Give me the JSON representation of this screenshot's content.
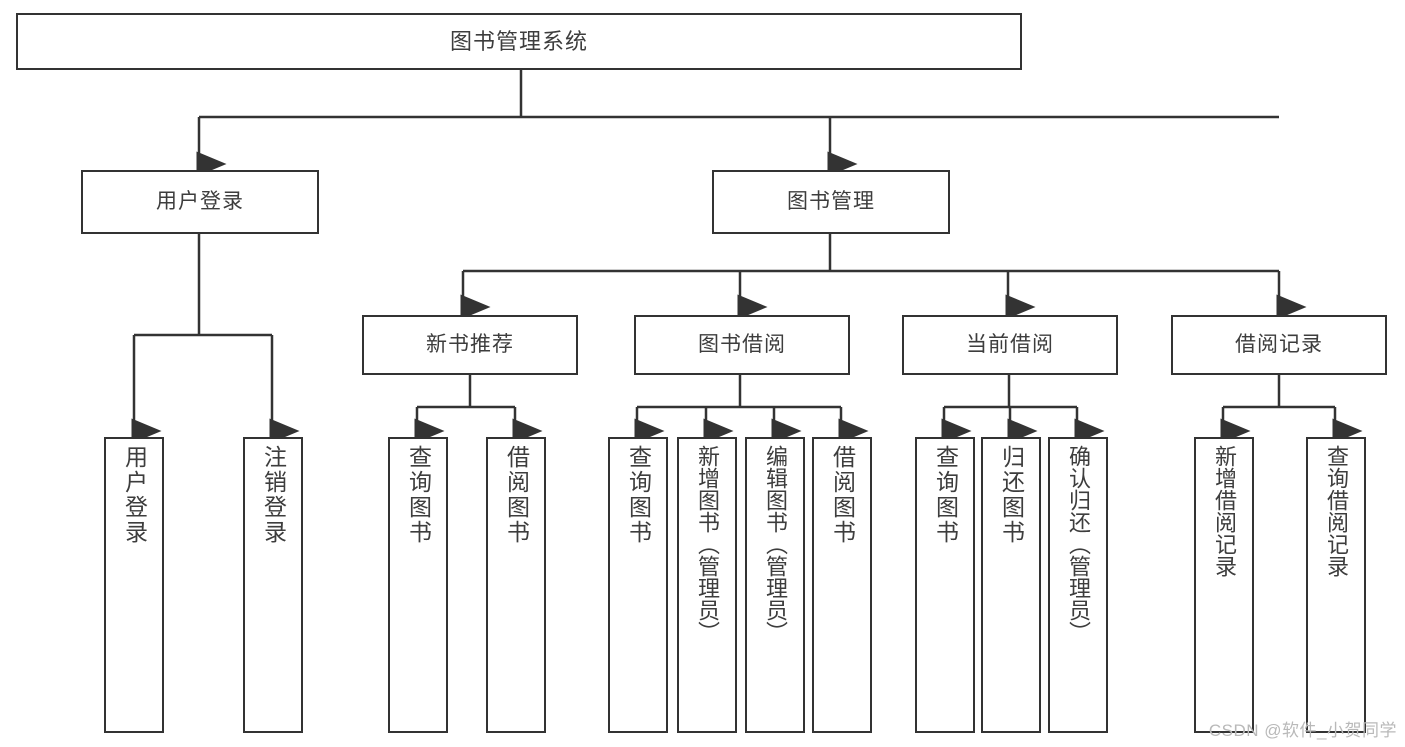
{
  "diagram": {
    "type": "tree-hierarchy",
    "title": "图书管理系统",
    "watermark": "CSDN @软件_小贺同学",
    "level1": [
      {
        "id": "user-login",
        "label": "用户登录"
      },
      {
        "id": "book-manage",
        "label": "图书管理"
      }
    ],
    "level2": [
      {
        "id": "new-book-recommend",
        "label": "新书推荐",
        "parent": "book-manage"
      },
      {
        "id": "book-borrow",
        "label": "图书借阅",
        "parent": "book-manage"
      },
      {
        "id": "current-borrow",
        "label": "当前借阅",
        "parent": "book-manage"
      },
      {
        "id": "borrow-record",
        "label": "借阅记录",
        "parent": "book-manage"
      }
    ],
    "leaves": [
      {
        "id": "leaf-user-login",
        "label": "用户登录",
        "parent": "user-login"
      },
      {
        "id": "leaf-user-logout",
        "label": "注销登录",
        "parent": "user-login"
      },
      {
        "id": "leaf-query-book-1",
        "label": "查询图书",
        "parent": "new-book-recommend"
      },
      {
        "id": "leaf-borrow-book-1",
        "label": "借阅图书",
        "parent": "new-book-recommend"
      },
      {
        "id": "leaf-query-book-2",
        "label": "查询图书",
        "parent": "book-borrow"
      },
      {
        "id": "leaf-add-book",
        "label": "新增图书（管理员）",
        "parent": "book-borrow"
      },
      {
        "id": "leaf-edit-book",
        "label": "编辑图书（管理员）",
        "parent": "book-borrow"
      },
      {
        "id": "leaf-borrow-book-2",
        "label": "借阅图书",
        "parent": "book-borrow"
      },
      {
        "id": "leaf-query-book-3",
        "label": "查询图书",
        "parent": "current-borrow"
      },
      {
        "id": "leaf-return-book",
        "label": "归还图书",
        "parent": "current-borrow"
      },
      {
        "id": "leaf-confirm-return",
        "label": "确认归还（管理员）",
        "parent": "current-borrow"
      },
      {
        "id": "leaf-add-record",
        "label": "新增借阅记录",
        "parent": "borrow-record"
      },
      {
        "id": "leaf-query-record",
        "label": "查询借阅记录",
        "parent": "borrow-record"
      }
    ],
    "colors": {
      "stroke": "#333333",
      "fill": "#ffffff",
      "text": "#3d3d3d",
      "watermark": "#b9b9b9"
    }
  }
}
